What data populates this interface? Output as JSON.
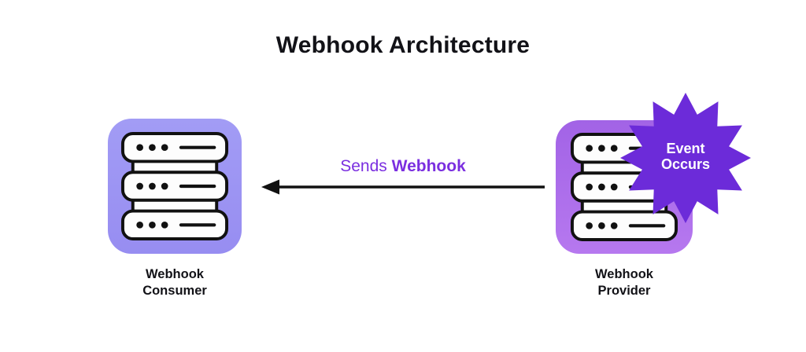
{
  "title": "Webhook Architecture",
  "nodes": {
    "consumer": {
      "label": "Webhook\nConsumer",
      "icon": "server-icon"
    },
    "provider": {
      "label": "Webhook\nProvider",
      "icon": "server-icon"
    }
  },
  "connection": {
    "label_prefix": "Sends",
    "label_emphasis": "Webhook",
    "direction": "provider-to-consumer"
  },
  "event_badge": {
    "line1": "Event",
    "line2": "Occurs",
    "icon": "starburst-icon"
  },
  "colors": {
    "background": "#ffffff",
    "text": "#121217",
    "consumer_box_top": "#a29cf5",
    "consumer_box_bottom": "#978df1",
    "provider_box_top": "#a263e6",
    "provider_box_bottom": "#b678ef",
    "starburst": "#6c2bd9",
    "connection_label": "#7b2fe0",
    "arrow": "#111111",
    "server_outline": "#111111",
    "server_fill": "#fdfdfd"
  }
}
